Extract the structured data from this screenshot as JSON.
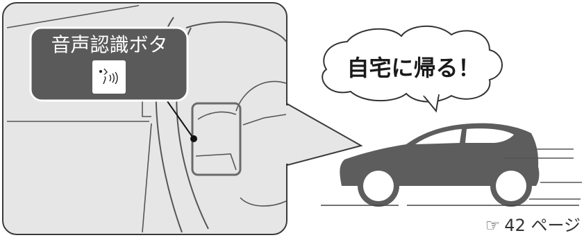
{
  "callout_label": "音声認識ボタン",
  "speech_bubble": "自宅に帰る！",
  "page_reference": {
    "icon": "hand-pointing-icon",
    "text": "42 ページ",
    "pointer_glyph": "☞"
  },
  "colors": {
    "panel_bg": "#e6e6e6",
    "dark_gray": "#5a5a5a",
    "car": "#5d5d5d",
    "line": "#4a4a4a"
  }
}
